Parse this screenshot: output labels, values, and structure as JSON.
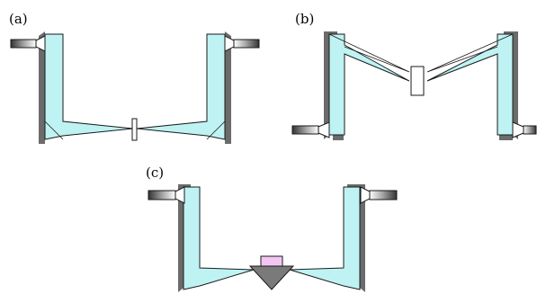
{
  "panels": [
    {
      "id": "a",
      "label": "(a)"
    },
    {
      "id": "b",
      "label": "(b)"
    },
    {
      "id": "c",
      "label": "(c)"
    }
  ],
  "colors": {
    "beam": "#bff3f3",
    "outline": "#1a1a1a",
    "mirror": "#6b6b6b",
    "prism": "#7a7a7a",
    "sample_c": "#f2c6f2",
    "sample": "#ffffff",
    "background": "#ffffff"
  }
}
